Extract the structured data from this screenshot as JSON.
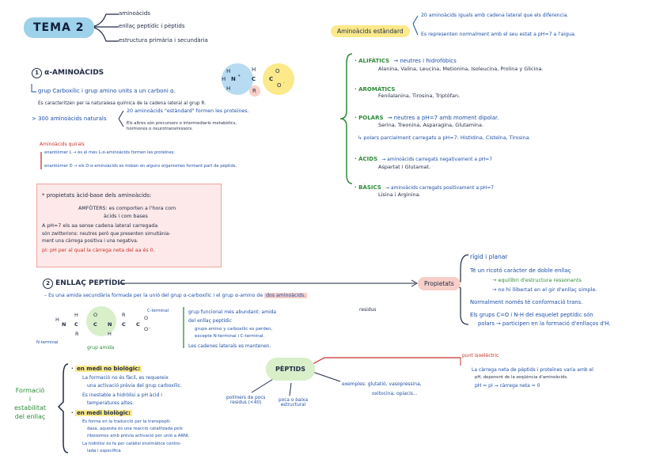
{
  "header": {
    "title": "TEMA 2",
    "topics": [
      "aminoàcids",
      "enllaç peptídic i pèptids",
      "estructura primària i secundària"
    ]
  },
  "std": {
    "label": "Aminoàcids estàndard",
    "lines": [
      "20 aminoàcids iguals amb cadena lateral que els diferencia.",
      "Es representen normalment amb el seu estat a pH=7 a l'aigua."
    ],
    "groups": [
      {
        "name": "ALIFÀTICS",
        "desc": "→ neutres i hidrofòbics",
        "items": "Alanina, Valina, Leucina, Metionina, Isoleucina, Prolina y Glicina."
      },
      {
        "name": "AROMÀTICS",
        "desc": "",
        "items": "Fenilalanina, Tirosina, Triptòfan."
      },
      {
        "name": "POLARS",
        "desc": "→ neutres a pH=7 amb moment dipolar.",
        "items": "Serina, Treonina, Asparagina, Glutamina."
      },
      {
        "name": "",
        "desc": "↳ polars parcialment carregats a pH=7: Histidina, Cisteïna, Tirosina.",
        "items": ""
      },
      {
        "name": "ÀCIDS",
        "desc": "→ aminoàcids carregats negativament a pH=7",
        "items": "Aspartat i Glutamat."
      },
      {
        "name": "BÀSICS",
        "desc": "→ aminoàcids carregats positivament a pH=7",
        "items": "Lisina i Arginina."
      }
    ]
  },
  "s1": {
    "num": "1",
    "title": "α-AMINOÀCIDS",
    "lines": [
      "grup Carboxílic i grup amino units a un carboni α.",
      "Es caracteritzen per la naturalesa química de la cadena lateral al grup R.",
      "> 300 aminoàcids naturals"
    ],
    "sub": [
      "20 aminoàcids \"estàndard\" formen les proteïnes.",
      "Els altres són precursors o intermediaris metabòlics, hormones o neurotransmissors."
    ],
    "chiral": {
      "title": "Aminoàcids quirals",
      "lines": [
        "enantiòmer L → és el més L-α-aminoàcids formen les proteïnes.",
        "enantiòmer D → els D-α-aminoàcids es troben en alguns organismes formant part de pèptids."
      ]
    },
    "mol": {
      "atoms": [
        "H",
        "H",
        "N",
        "+",
        "H",
        "C",
        "R",
        "C",
        "O",
        "O",
        "-",
        "H"
      ]
    }
  },
  "props_box": {
    "title": "* propietats àcid-base dels aminoàcids:",
    "lines": [
      "AMFÒTERS: es comporten a l'hora com",
      "àcids i com bases",
      "A pH=7 els aa sense cadena lateral carregada",
      "són zwitterions: neutres però que presenten simultània-",
      "ment una càrrega positiva i una negativa.",
      "pI: pH per al qual la càrrega neta del aa és 0."
    ]
  },
  "s2": {
    "num": "2",
    "title": "ENLLAÇ PEPTÍDIC",
    "line": "Es una amida secundària formada per la unió del grup α-carboxílic i el grup α-amino de",
    "hl": "dos aminoàcids.",
    "residus": "residus",
    "mol_labels": [
      "N-terminal",
      "grup amida",
      "C-terminal"
    ],
    "notes": [
      "grup funcional més abundant: amida",
      "del enllaç peptídic",
      "grups amino y carboxílic es perden,",
      "excepte N-terminal i C-terminal.",
      "Les cadenes laterals es mantenen."
    ]
  },
  "props": {
    "label": "Propietats",
    "items": [
      "rígid i planar",
      "Té un ricotó caràcter de doble enllaç",
      "→ equilibri d'estructura ressonants",
      "→ no hi llibertat en el gir d'enllaç simple.",
      "Normalment només té conformació trans.",
      "Els grups C=O i N-H del esquelet peptídic són",
      "polars → participen en la formació d'enllaços d'H."
    ]
  },
  "form": {
    "label": [
      "Formació",
      "i",
      "estabilitat",
      "del enllaç"
    ],
    "no_bio": "en medi no biològic:",
    "no_bio_lines": [
      "La formació no és fàcil, es requereix",
      "una activació prèvia del grup carboxílic.",
      "Es inestable a hidròlisi a pH àcid i",
      "temperatures altes."
    ],
    "bio": "en medi biològic:",
    "bio_lines": [
      "Es forma en la traducció per la transpepti-",
      "dasa, aquesta és una reacció catalitzada pels",
      "ribosomes amb prèvia activació per unió a ARNt.",
      "La hidròlisi és fa per catàlisi enzimàtica contro-",
      "lada i específica"
    ]
  },
  "peptids": {
    "label": "PÈPTIDS",
    "left": [
      "polímers de pocs",
      "residus (<40)"
    ],
    "mid": [
      "poca o baixa",
      "estructural"
    ],
    "examples": "exemples: glutatió, vasopressina,",
    "examples2": "oxitocina, opiacis...",
    "pi_title": "punt isoelèctric",
    "pi_lines": [
      "La càrrega neta de pèptids i proteïnes varia amb el",
      "pH, depenent de la seqüència d'aminoàcids.",
      "pH = pI → càrrega neta = 0"
    ]
  }
}
